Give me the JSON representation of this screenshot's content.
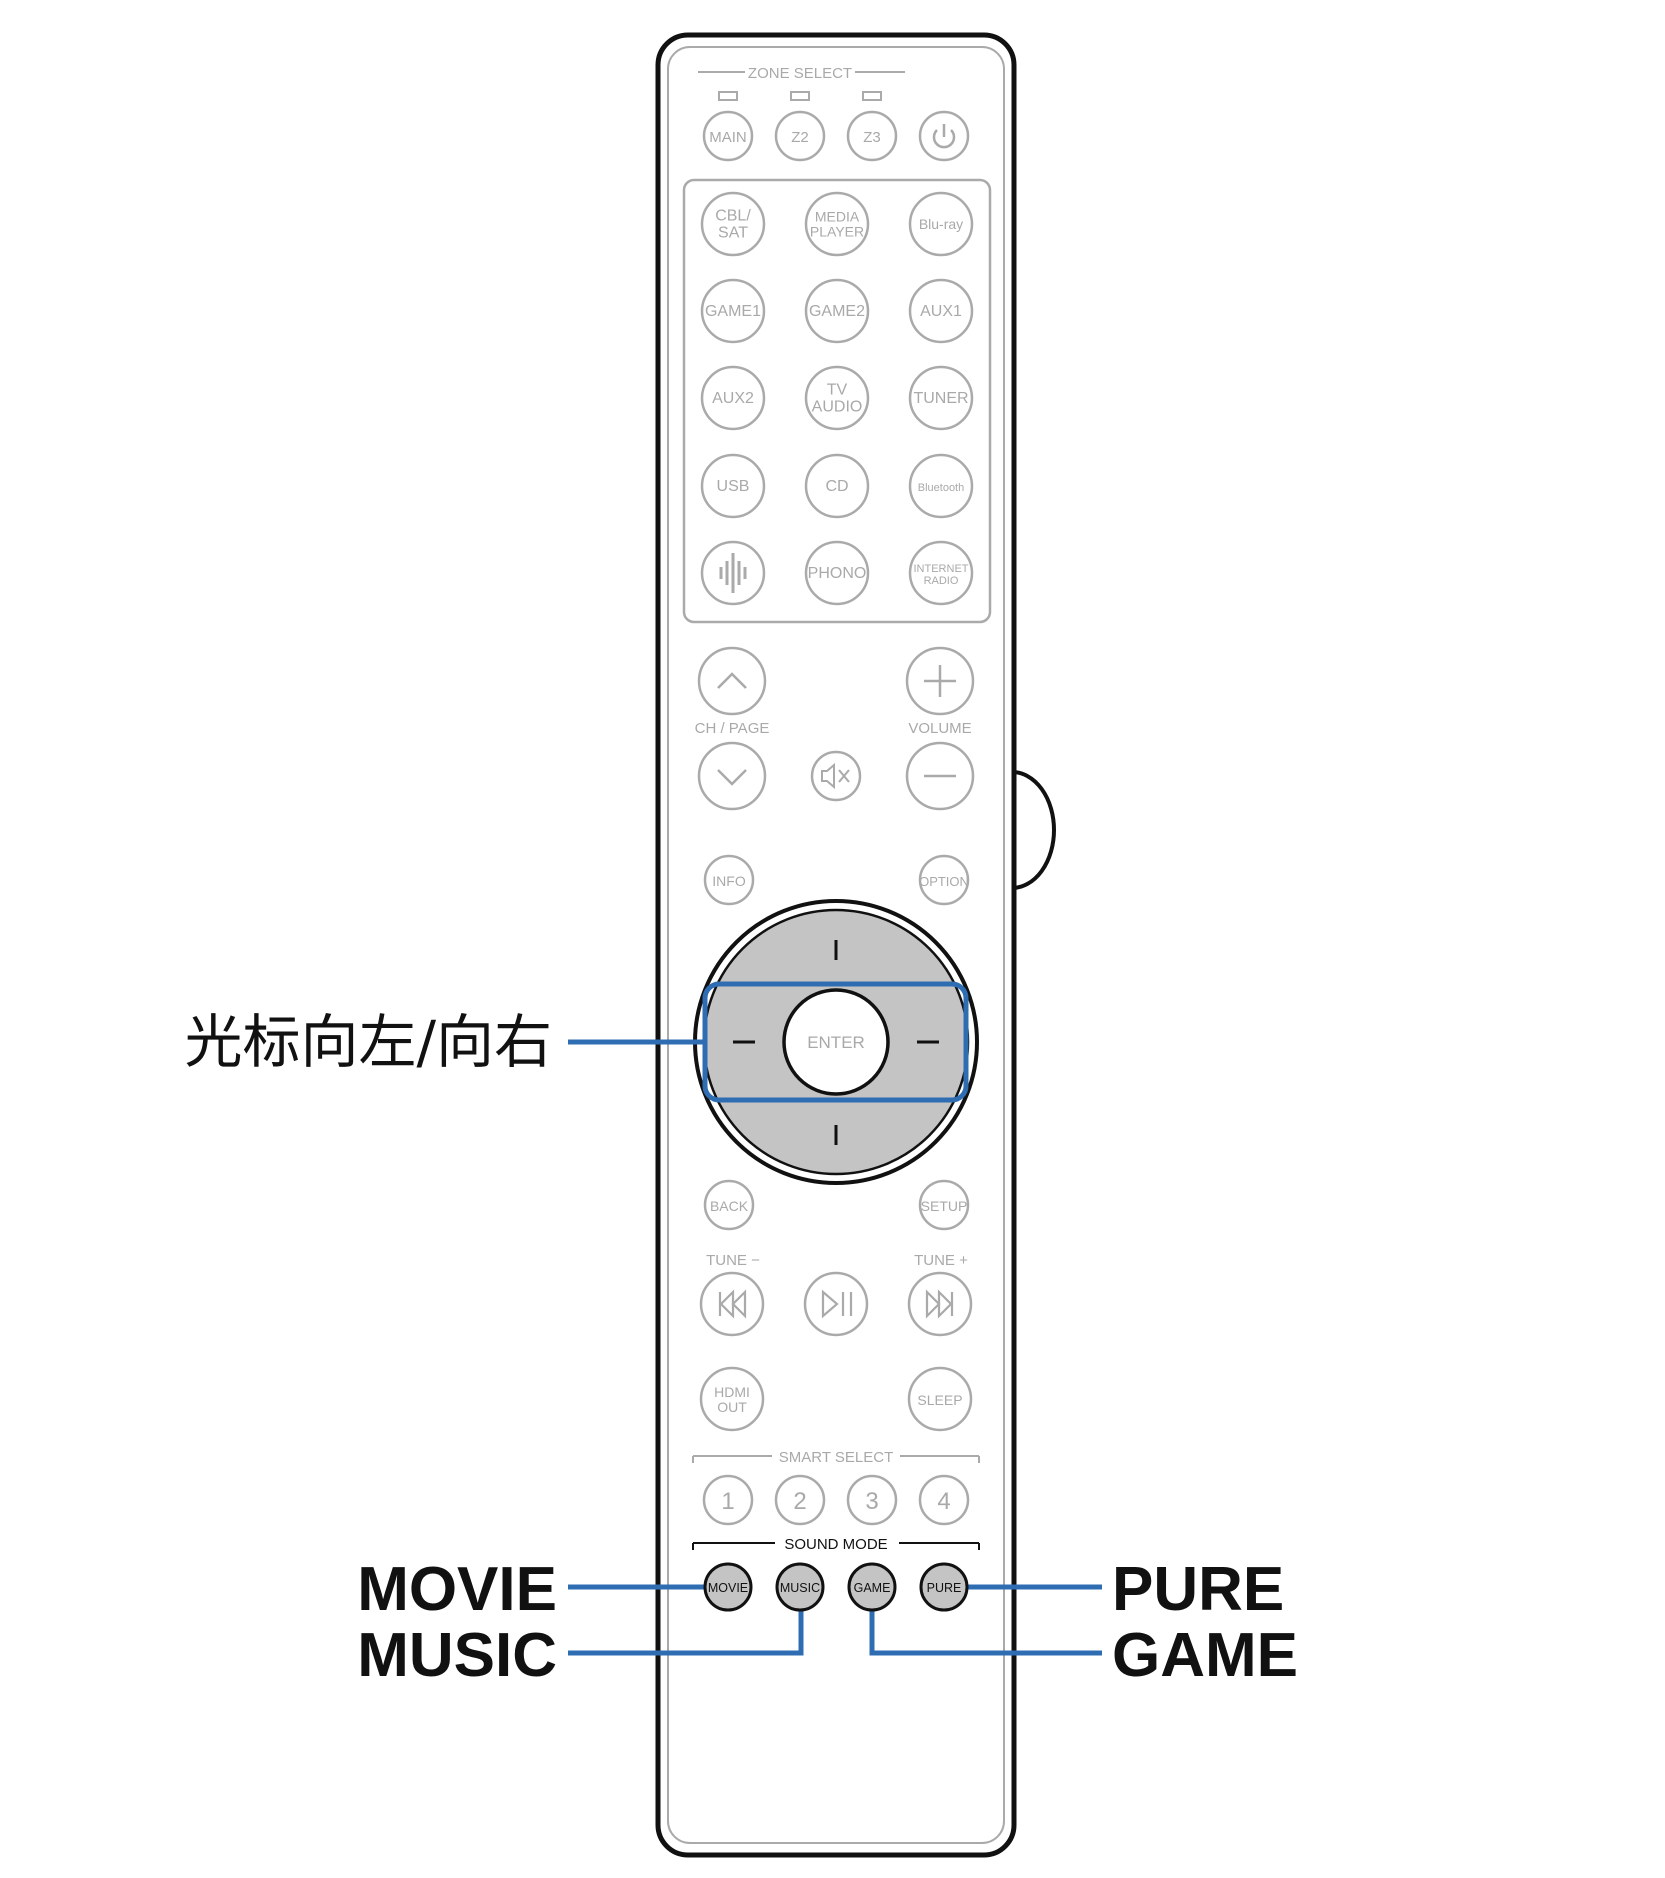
{
  "remote": {
    "zone_select_label": "ZONE SELECT",
    "zone_buttons": [
      "MAIN",
      "Z2",
      "Z3"
    ],
    "power_icon": "power-icon",
    "sources": [
      [
        "CBL/",
        "SAT"
      ],
      [
        "MEDIA",
        "PLAYER"
      ],
      [
        "Blu-ray"
      ],
      [
        "GAME1"
      ],
      [
        "GAME2"
      ],
      [
        "AUX1"
      ],
      [
        "AUX2"
      ],
      [
        "TV",
        "AUDIO"
      ],
      [
        "TUNER"
      ],
      [
        "USB"
      ],
      [
        "CD"
      ],
      [
        "Bluetooth"
      ],
      [
        "heos-icon"
      ],
      [
        "PHONO"
      ],
      [
        "INTERNET",
        "RADIO"
      ]
    ],
    "ch_page_label": "CH / PAGE",
    "volume_label": "VOLUME",
    "info_label": "INFO",
    "option_label": "OPTION",
    "enter_label": "ENTER",
    "back_label": "BACK",
    "setup_label": "SETUP",
    "tune_minus_label": "TUNE −",
    "tune_plus_label": "TUNE +",
    "hdmi_out_label": [
      "HDMI",
      "OUT"
    ],
    "sleep_label": "SLEEP",
    "smart_select_label": "SMART SELECT",
    "smart_buttons": [
      "1",
      "2",
      "3",
      "4"
    ],
    "sound_mode_label": "SOUND MODE",
    "sound_mode_buttons": [
      "MOVIE",
      "MUSIC",
      "GAME",
      "PURE"
    ]
  },
  "callouts": {
    "cursor": "光标向左/向右",
    "movie": "MOVIE",
    "music": "MUSIC",
    "pure": "PURE",
    "game": "GAME"
  },
  "colors": {
    "callout_line": "#2f6db3",
    "highlight_fill": "#c4c4c4",
    "faded_gray": "#a9a9a9",
    "outline": "#111111"
  }
}
